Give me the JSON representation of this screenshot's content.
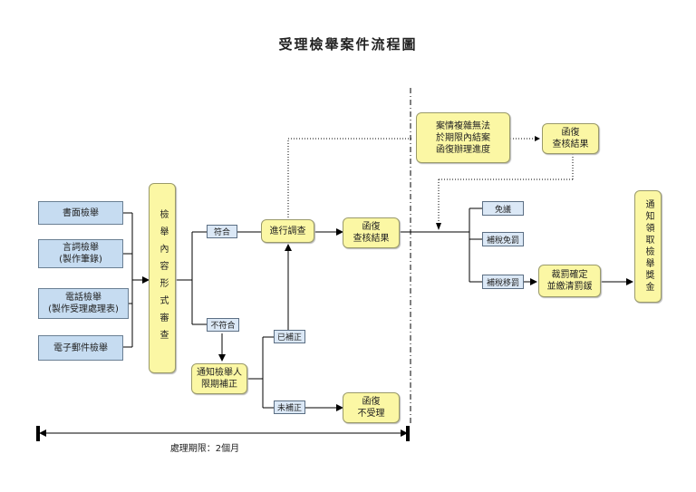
{
  "title": "受理檢舉案件流程圖",
  "sources": [
    "書面檢舉",
    "言詞檢舉\n(製作筆錄)",
    "電話檢舉\n(製作受理處理表)",
    "電子郵件檢舉"
  ],
  "review_box": "檢舉內容形式審查",
  "branch_match": "符合",
  "branch_nomatch": "不符合",
  "investigate": "進行調查",
  "reply_result": "函復\n查核結果",
  "notify_fix": "通知檢舉人\n限期補正",
  "fixed": "已補正",
  "not_fixed": "未補正",
  "reply_reject": "函復\n不受理",
  "complex_case": "案情複雜無法\n於期限內結案\n函復辦理進度",
  "reply_result_2": "函復\n查核結果",
  "outcome_1": "免議",
  "outcome_2": "補稅免罰",
  "outcome_3": "補稅移罰",
  "penalty_box": "裁罰確定\n並繳清罰鍰",
  "reward_box": "通知領取檢舉獎金",
  "time_limit": "處理期限：2個月"
}
